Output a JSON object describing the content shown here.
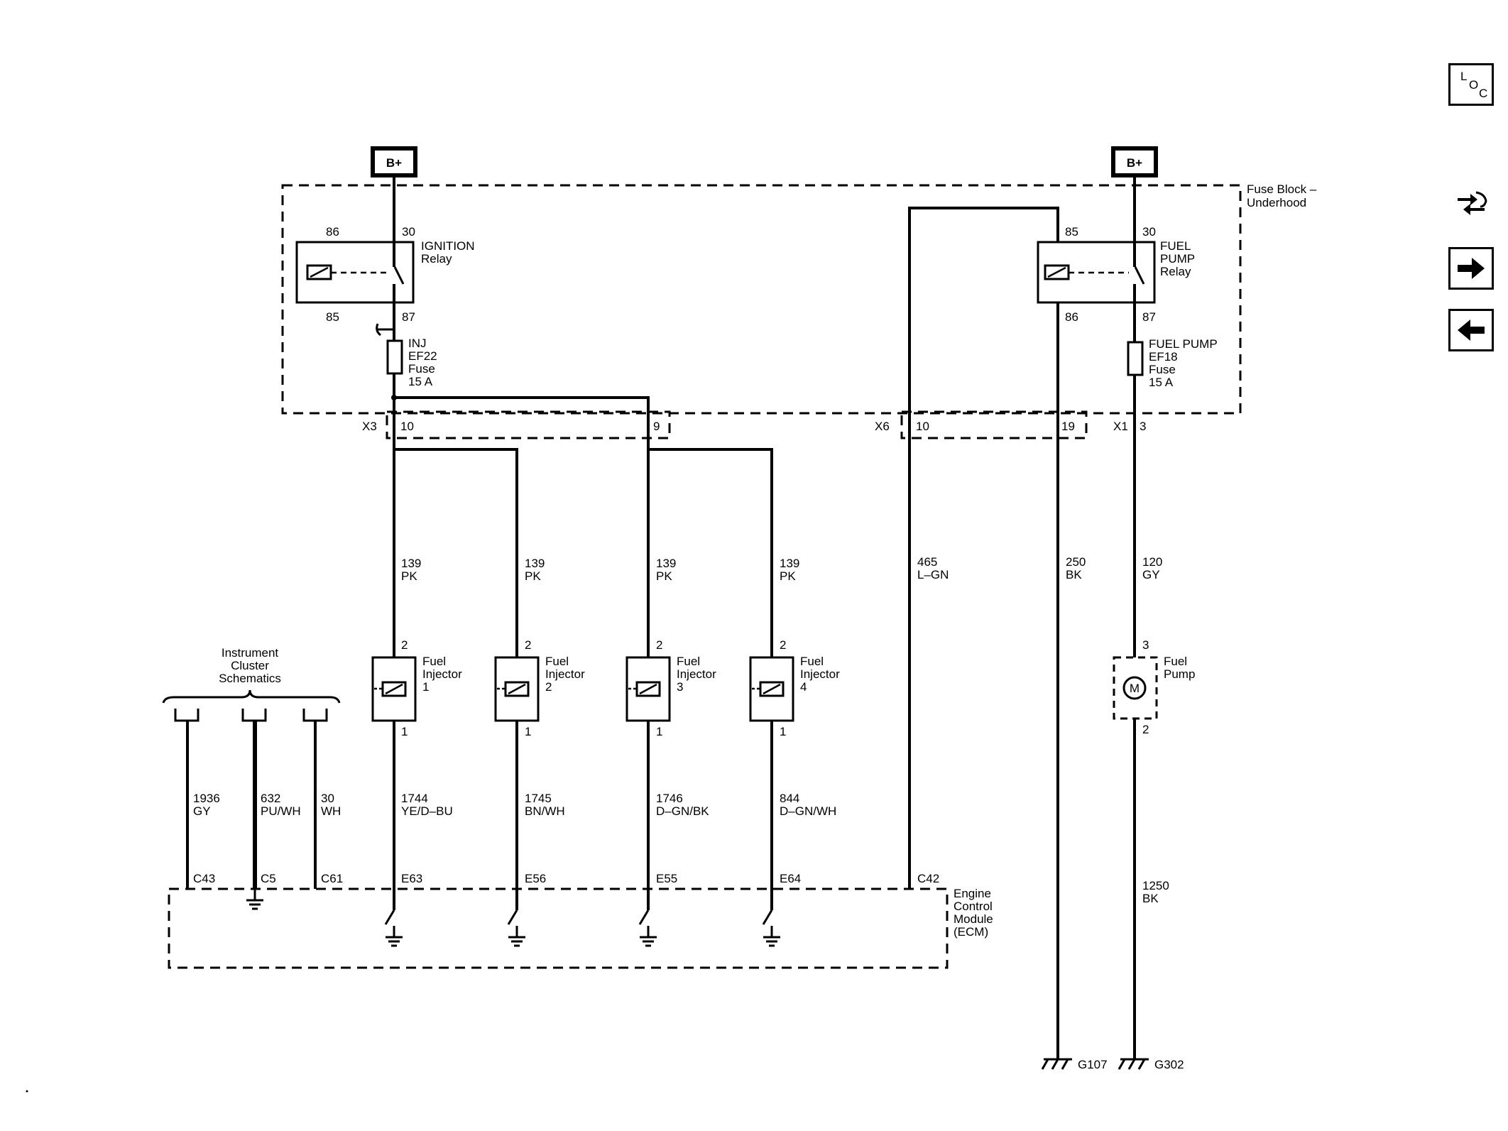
{
  "labels": {
    "b_plus_left": "B+",
    "b_plus_right": "B+",
    "fuse_block_1": "Fuse Block –",
    "fuse_block_2": "Underhood",
    "ign_relay_1": "IGNITION",
    "ign_relay_2": "Relay",
    "ign_pin86": "86",
    "ign_pin30": "30",
    "ign_pin85": "85",
    "ign_pin87": "87",
    "fp_relay_1": "FUEL",
    "fp_relay_2": "PUMP",
    "fp_relay_3": "Relay",
    "fp_pin85": "85",
    "fp_pin30": "30",
    "fp_pin86": "86",
    "fp_pin87": "87",
    "inj_fuse_1": "INJ",
    "inj_fuse_2": "EF22",
    "inj_fuse_3": "Fuse",
    "inj_fuse_4": "15 A",
    "fp_fuse_1": "FUEL PUMP",
    "fp_fuse_2": "EF18",
    "fp_fuse_3": "Fuse",
    "fp_fuse_4": "15 A",
    "x3": "X3",
    "x3_p10": "10",
    "x3_p9": "9",
    "x6": "X6",
    "x6_p10": "10",
    "x6_p19": "19",
    "x1": "X1",
    "x1_p3": "3",
    "ic_1": "Instrument",
    "ic_2": "Cluster",
    "ic_3": "Schematics",
    "w_139a_1": "139",
    "w_139a_2": "PK",
    "w_139b_1": "139",
    "w_139b_2": "PK",
    "w_139c_1": "139",
    "w_139c_2": "PK",
    "w_139d_1": "139",
    "w_139d_2": "PK",
    "w_465_1": "465",
    "w_465_2": "L–GN",
    "w_250_1": "250",
    "w_250_2": "BK",
    "w_120_1": "120",
    "w_120_2": "GY",
    "inj1_1": "Fuel",
    "inj1_2": "Injector",
    "inj1_3": "1",
    "inj2_1": "Fuel",
    "inj2_2": "Injector",
    "inj2_3": "2",
    "inj3_1": "Fuel",
    "inj3_2": "Injector",
    "inj3_3": "3",
    "inj4_1": "Fuel",
    "inj4_2": "Injector",
    "inj4_3": "4",
    "inj1_p2": "2",
    "inj1_p1": "1",
    "inj2_p2": "2",
    "inj2_p1": "1",
    "inj3_p2": "2",
    "inj3_p1": "1",
    "inj4_p2": "2",
    "inj4_p1": "1",
    "pump_1": "Fuel",
    "pump_2": "Pump",
    "pump_p3": "3",
    "pump_p2": "2",
    "motor": "M",
    "w_1936_1": "1936",
    "w_1936_2": "GY",
    "w_632_1": "632",
    "w_632_2": "PU/WH",
    "w_30_1": "30",
    "w_30_2": "WH",
    "w_1744_1": "1744",
    "w_1744_2": "YE/D–BU",
    "w_1745_1": "1745",
    "w_1745_2": "BN/WH",
    "w_1746_1": "1746",
    "w_1746_2": "D–GN/BK",
    "w_844_1": "844",
    "w_844_2": "D–GN/WH",
    "w_1250_1": "1250",
    "w_1250_2": "BK",
    "pin_c43": "C43",
    "pin_c5": "C5",
    "pin_c61": "C61",
    "pin_e63": "E63",
    "pin_e56": "E56",
    "pin_e55": "E55",
    "pin_e64": "E64",
    "pin_c42": "C42",
    "ecm_1": "Engine",
    "ecm_2": "Control",
    "ecm_3": "Module",
    "ecm_4": "(ECM)",
    "g107": "G107",
    "g302": "G302"
  },
  "nav": {
    "loc_l": "L",
    "loc_o": "O",
    "loc_c": "C"
  },
  "icons": [
    "loc-icon",
    "connector-view-icon",
    "forward-arrow-icon",
    "back-arrow-icon"
  ]
}
